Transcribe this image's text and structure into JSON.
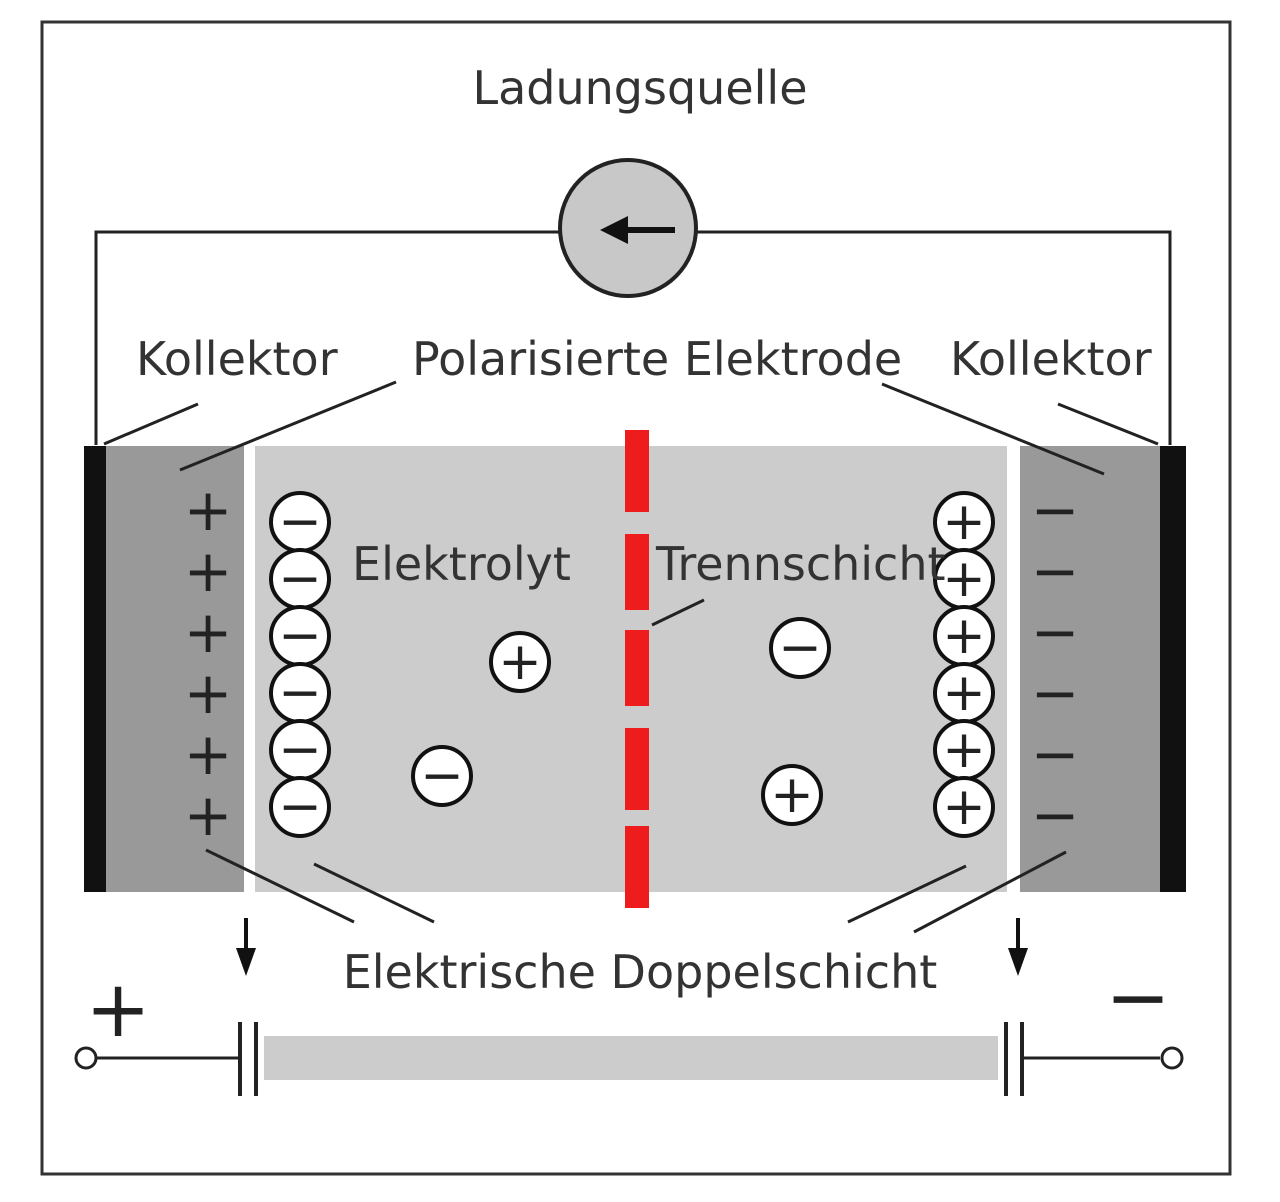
{
  "labels": {
    "source": "Ladungsquelle",
    "collector_left": "Kollektor",
    "collector_right": "Kollektor",
    "electrode": "Polarisierte Elektrode",
    "electrolyte": "Elektrolyt",
    "separator": "Trennschicht",
    "double_layer": "Elektrische Doppelschicht",
    "terminal_plus": "+",
    "terminal_minus": "−"
  },
  "symbols": {
    "plus": "+",
    "minus": "−"
  },
  "colors": {
    "frame": "#333333",
    "collector": "#111111",
    "electrode": "#999999",
    "electrolyte": "#cccccc",
    "separator": "#ee1c1c",
    "source_fill": "#c8c8c8",
    "ion_fill": "#ffffff"
  },
  "counts": {
    "electrode_charges_per_side": 6,
    "double_layer_ions_per_side": 6,
    "separator_segments": 5
  }
}
